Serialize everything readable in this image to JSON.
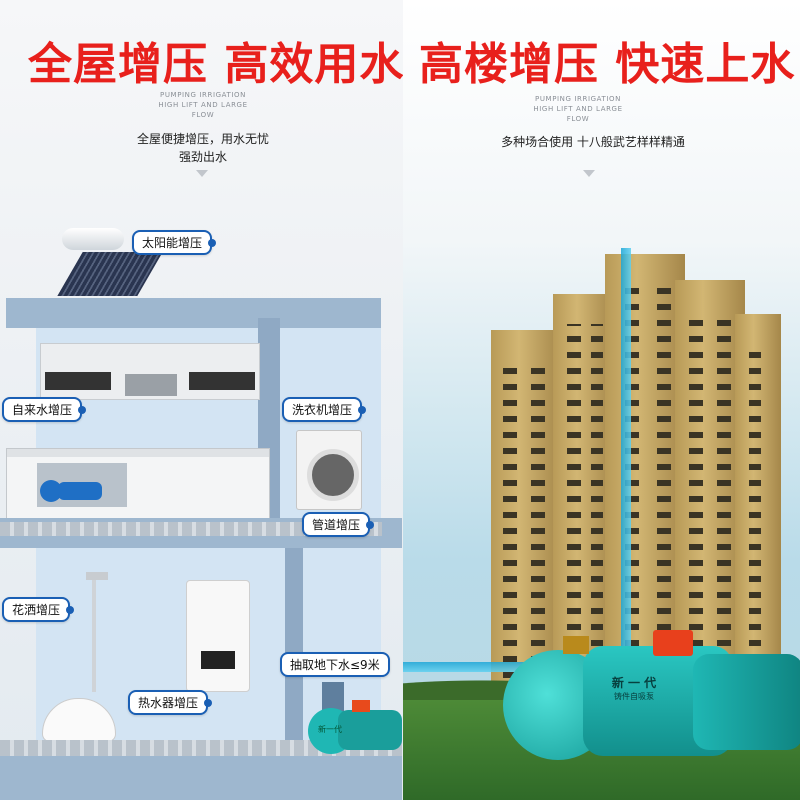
{
  "left": {
    "title": "全屋增压 高效用水",
    "subtitle_line1": "PUMPING IRRIGATION",
    "subtitle_line2": "HIGH LIFT AND LARGE FLOW",
    "desc_line1": "全屋便捷增压，用水无忧",
    "desc_line2": "强劲出水",
    "tags": {
      "solar": "太阳能增压",
      "tap": "自来水增压",
      "washer": "洗衣机增压",
      "pipe": "管道增压",
      "shower": "花洒增压",
      "ground": "抽取地下水≤9米",
      "heater": "热水器增压"
    },
    "pump_label": "新一代"
  },
  "right": {
    "title": "高楼增压 快速上水",
    "subtitle_line1": "PUMPING IRRIGATION",
    "subtitle_line2": "HIGH LIFT AND LARGE FLOW",
    "desc": "多种场合使用 十八般武艺样样精通",
    "pump_label_line1": "新 一 代",
    "pump_label_line2": "铸件自吸泵"
  },
  "colors": {
    "title_red": "#e8201c",
    "tag_blue": "#1a5fb4",
    "pump_teal": "#1fb7b4"
  }
}
